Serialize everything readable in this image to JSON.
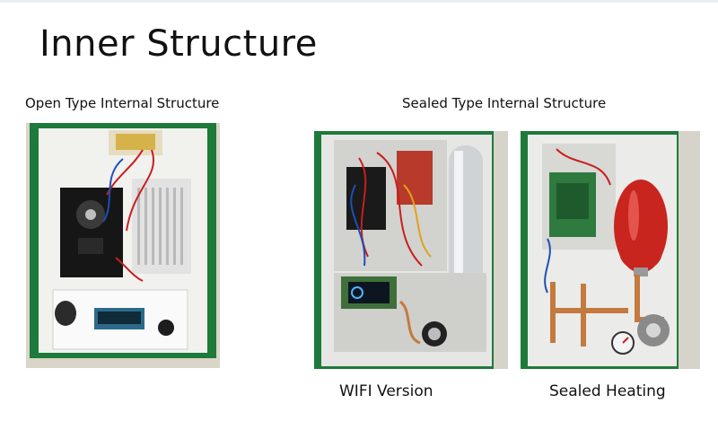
{
  "title": "Inner Structure",
  "captions": {
    "open_type": "Open Type Internal Structure",
    "sealed_type": "Sealed Type Internal Structure"
  },
  "labels": {
    "wifi_version": "WIFI Version",
    "sealed_heating": "Sealed Heating"
  },
  "colors": {
    "frame_green": "#1d7a3a",
    "panel_white": "#eef0ee",
    "expansion_tank_red": "#c8251f",
    "copper_pipe": "#c47a3e"
  }
}
